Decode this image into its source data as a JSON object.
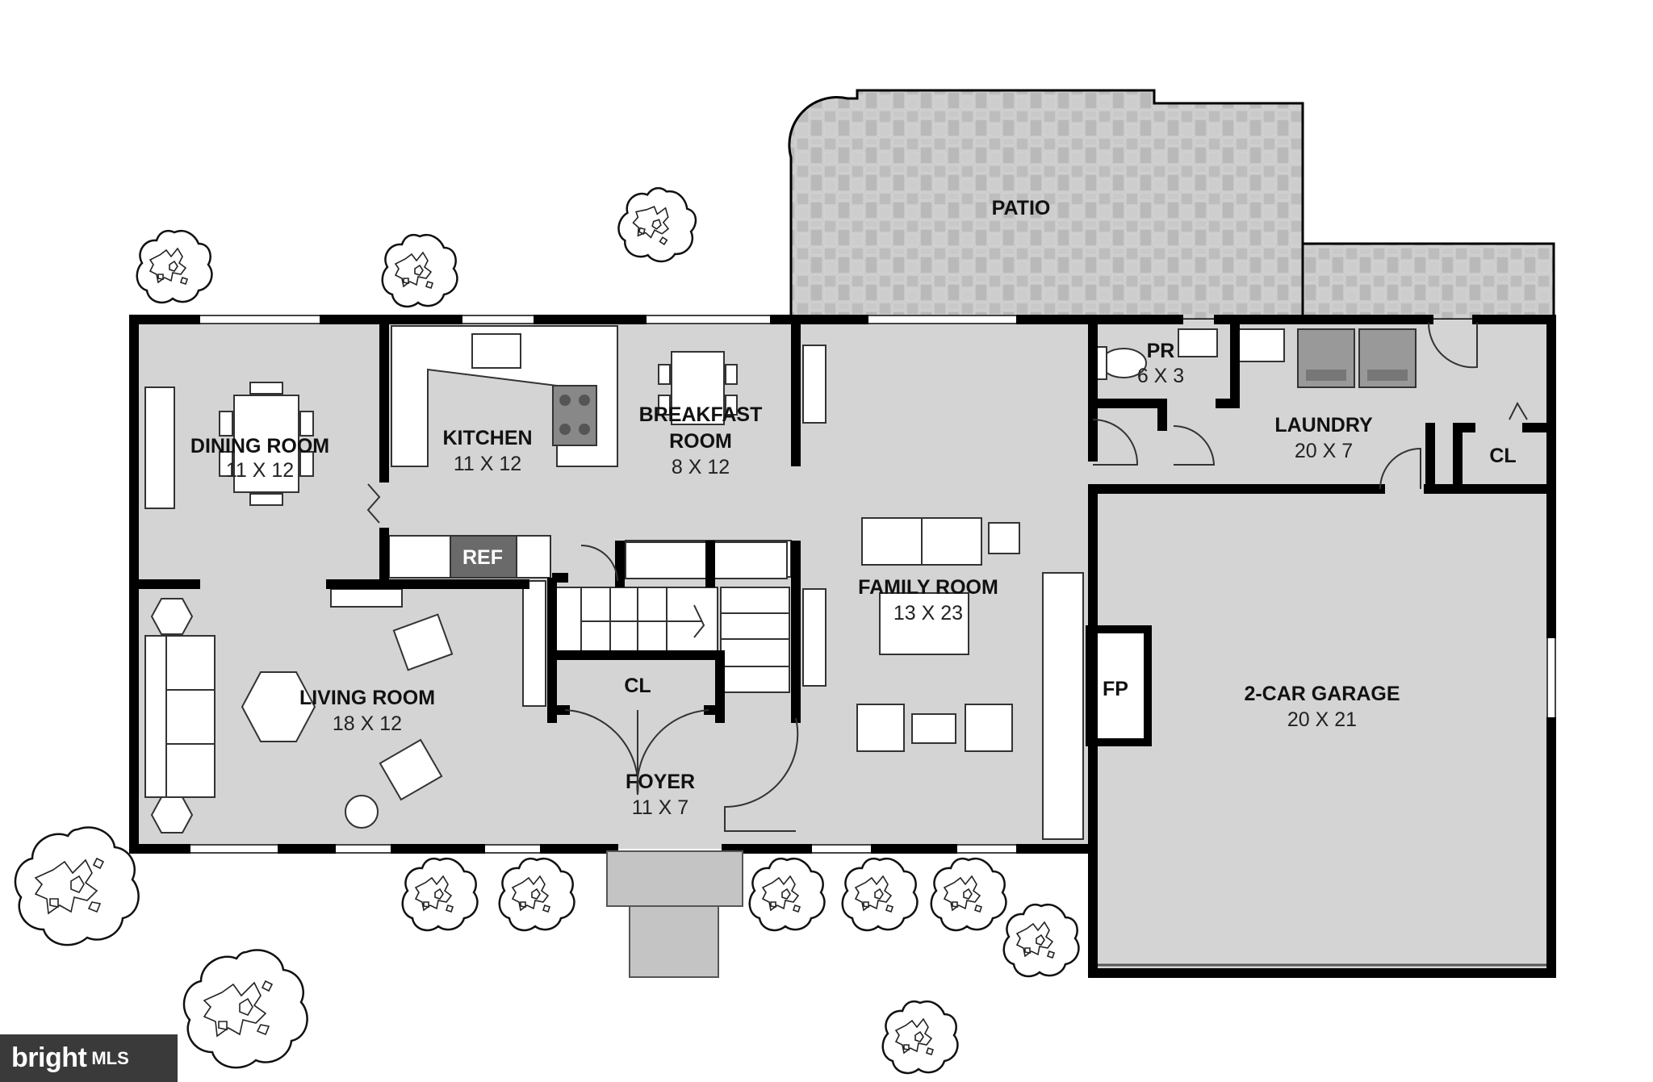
{
  "rooms": {
    "patio": {
      "name": "PATIO"
    },
    "dining_room": {
      "name": "DINING ROOM",
      "size": "11 X 12"
    },
    "kitchen": {
      "name": "KITCHEN",
      "size": "11 X 12"
    },
    "breakfast_room": {
      "name_line1": "BREAKFAST",
      "name_line2": "ROOM",
      "size": "8 X 12"
    },
    "family_room": {
      "name": "FAMILY ROOM",
      "size": "13 X 23"
    },
    "powder_room": {
      "name": "PR",
      "size": "6 X 3"
    },
    "laundry": {
      "name": "LAUNDRY",
      "size": "20 X 7"
    },
    "laundry_closet": {
      "name": "CL"
    },
    "garage": {
      "name": "2-CAR GARAGE",
      "size": "20 X 21"
    },
    "fireplace": {
      "name": "FP"
    },
    "living_room": {
      "name": "LIVING ROOM",
      "size": "18 X 12"
    },
    "hall_closet": {
      "name": "CL"
    },
    "foyer": {
      "name": "FOYER",
      "size": "11 X 7"
    }
  },
  "appliances": {
    "refrigerator": "REF"
  },
  "watermark": {
    "brand": "bright",
    "suffix": "MLS"
  },
  "colors": {
    "floor": "#d4d4d4",
    "wall": "#000000",
    "patio": "#c4c4c4",
    "garage": "#d4d4d4"
  }
}
